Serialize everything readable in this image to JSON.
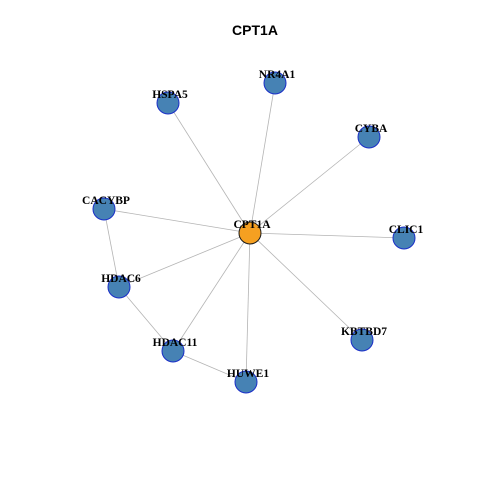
{
  "title": "CPT1A",
  "colors": {
    "center_fill": "#f5a021",
    "center_stroke": "#1a1a1a",
    "node_fill": "#4682b4",
    "node_stroke": "#1a2ec8",
    "edge": "#b4b4b4",
    "background": "#ffffff"
  },
  "nodes": [
    {
      "id": "CPT1A",
      "label": "CPT1A",
      "center": true
    },
    {
      "id": "NR4A1",
      "label": "NR4A1"
    },
    {
      "id": "HSPA5",
      "label": "HSPA5"
    },
    {
      "id": "CYBA",
      "label": "CYBA"
    },
    {
      "id": "CACYBP",
      "label": "CACYBP"
    },
    {
      "id": "CLIC1",
      "label": "CLIC1"
    },
    {
      "id": "HDAC6",
      "label": "HDAC6"
    },
    {
      "id": "KBTBD7",
      "label": "KBTBD7"
    },
    {
      "id": "HDAC11",
      "label": "HDAC11"
    },
    {
      "id": "HUWE1",
      "label": "HUWE1"
    }
  ],
  "edges": [
    [
      "CPT1A",
      "NR4A1"
    ],
    [
      "CPT1A",
      "HSPA5"
    ],
    [
      "CPT1A",
      "CYBA"
    ],
    [
      "CPT1A",
      "CACYBP"
    ],
    [
      "CPT1A",
      "CLIC1"
    ],
    [
      "CPT1A",
      "HDAC6"
    ],
    [
      "CPT1A",
      "KBTBD7"
    ],
    [
      "CPT1A",
      "HDAC11"
    ],
    [
      "CPT1A",
      "HUWE1"
    ],
    [
      "CACYBP",
      "HDAC6"
    ],
    [
      "HDAC6",
      "HDAC11"
    ],
    [
      "HDAC11",
      "HUWE1"
    ]
  ]
}
